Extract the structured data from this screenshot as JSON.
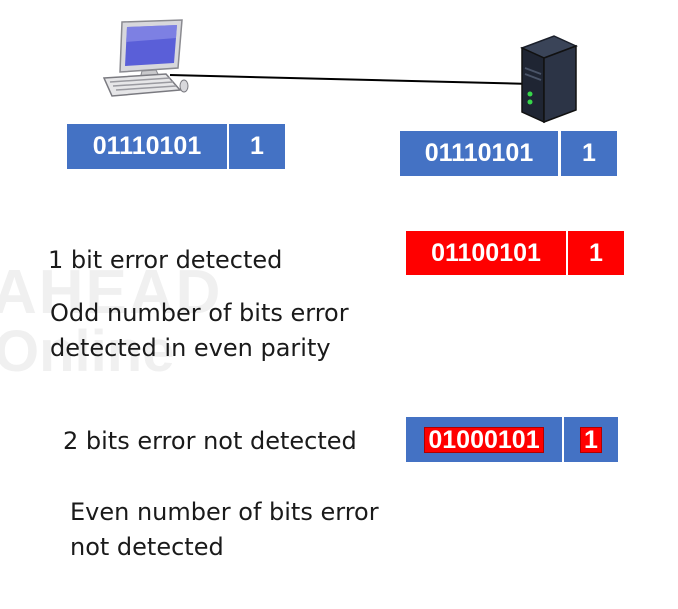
{
  "watermark": {
    "line1": "AHEAD",
    "line2": "Online"
  },
  "frames": {
    "sender": {
      "data": "01110101",
      "parity": "1"
    },
    "receiver": {
      "data": "01110101",
      "parity": "1"
    },
    "one_bit_error": {
      "data": "01100101",
      "parity": "1"
    },
    "two_bit_error": {
      "data": "01000101",
      "parity": "1"
    }
  },
  "labels": {
    "one_bit": "1 bit error detected",
    "odd_line1": "Odd number of bits error",
    "odd_line2": "detected in even parity",
    "two_bit": "2 bits error not detected",
    "even_line1": "Even number of bits error",
    "even_line2": "not detected"
  },
  "colors": {
    "blue": "#4472c4",
    "red": "#ff0000"
  },
  "icons": {
    "sender": "desktop-computer-icon",
    "receiver": "server-icon"
  }
}
